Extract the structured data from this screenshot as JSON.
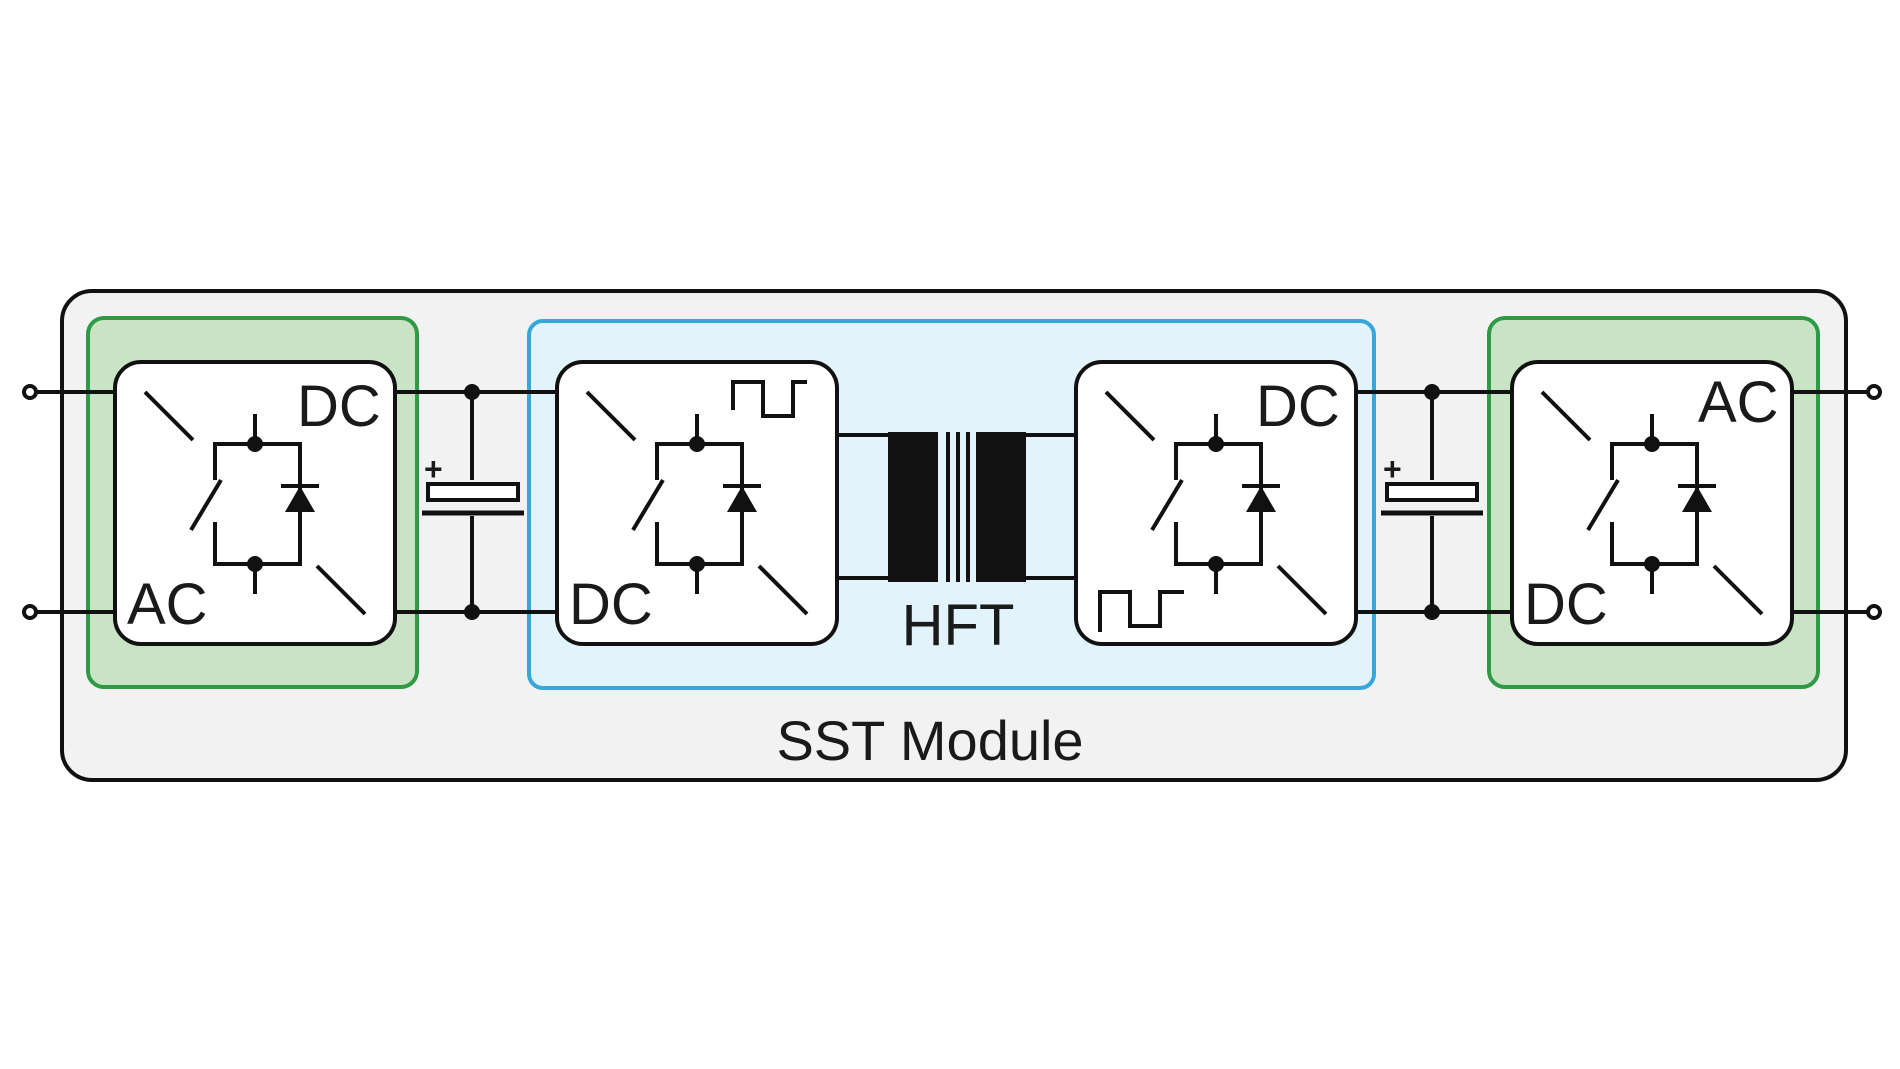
{
  "diagram": {
    "module_label": "SST Module",
    "transformer_label": "HFT",
    "converters": [
      {
        "top_label": "DC",
        "bottom_label": "AC",
        "group": "green"
      },
      {
        "top_label": "",
        "bottom_label": "DC",
        "group": "blue",
        "waveform": "square-top"
      },
      {
        "top_label": "DC",
        "bottom_label": "",
        "group": "blue",
        "waveform": "square-bottom"
      },
      {
        "top_label": "AC",
        "bottom_label": "DC",
        "group": "green"
      }
    ],
    "capacitor_polarity": "+"
  },
  "colors": {
    "module_bg": "#f3f2f2",
    "green_stroke": "#2e9a45",
    "green_fill": "#c9e4c4",
    "blue_stroke": "#35a7d9",
    "blue_fill": "#e3f3fb",
    "line": "#111111",
    "box_fill": "#ffffff"
  }
}
